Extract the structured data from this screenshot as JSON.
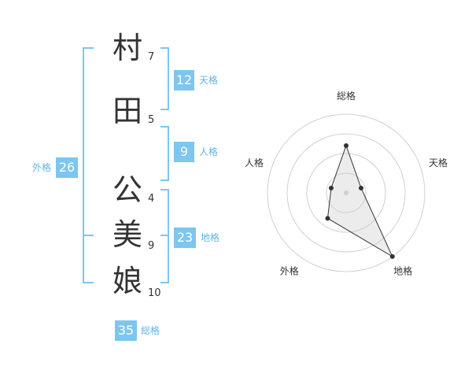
{
  "name": {
    "chars": [
      {
        "char": "村",
        "strokes": "7"
      },
      {
        "char": "田",
        "strokes": "5"
      },
      {
        "char": "公",
        "strokes": "4"
      },
      {
        "char": "美",
        "strokes": "9"
      },
      {
        "char": "娘",
        "strokes": "10"
      }
    ]
  },
  "fortune": {
    "tenkaku": {
      "value": "12",
      "label": "天格"
    },
    "jinkaku": {
      "value": "9",
      "label": "人格"
    },
    "chikaku": {
      "value": "23",
      "label": "地格"
    },
    "gaikaku": {
      "value": "26",
      "label": "外格"
    },
    "soukaku": {
      "value": "35",
      "label": "総格"
    }
  },
  "colors": {
    "accent": "#7cc6f0",
    "accent_text": "#63b4e6"
  },
  "chart_data": {
    "type": "radar",
    "axes": [
      "総格",
      "天格",
      "地格",
      "外格",
      "人格"
    ],
    "values": [
      3,
      1,
      5,
      2,
      1
    ],
    "range": [
      0,
      5
    ],
    "rings": 4
  }
}
